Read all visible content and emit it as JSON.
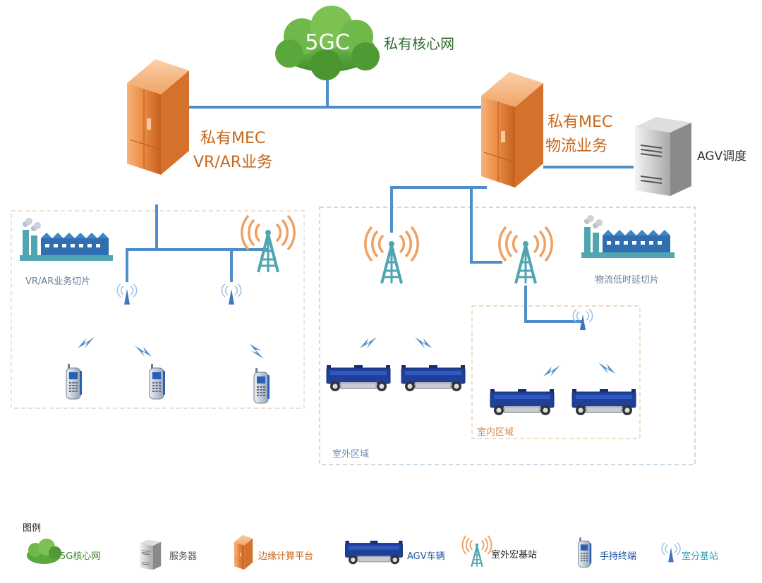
{
  "core_network": {
    "cloud_text": "5GC",
    "label": "私有核心网"
  },
  "mec_left": {
    "line1": "私有MEC",
    "line2": "VR/AR业务"
  },
  "mec_right": {
    "line1": "私有MEC",
    "line2": "物流业务"
  },
  "agv_server": {
    "label": "AGV调度"
  },
  "slices": {
    "left": "VR/AR业务切片",
    "right": "物流低时延切片"
  },
  "zones": {
    "outdoor": "室外区域",
    "indoor": "室内区域"
  },
  "legend": {
    "title": "图例",
    "items": [
      {
        "icon": "cloud-icon",
        "label": "5G核心网",
        "color": "#3c7d2b"
      },
      {
        "icon": "server-icon",
        "label": "服务器",
        "color": "#555555"
      },
      {
        "icon": "edge-platform-icon",
        "label": "边缘计算平台",
        "color": "#c6681c"
      },
      {
        "icon": "agv-vehicle-icon",
        "label": "AGV车辆",
        "color": "#2255a0"
      },
      {
        "icon": "macro-station-icon",
        "label": "室外宏基站",
        "color": "#222222"
      },
      {
        "icon": "handheld-terminal-icon",
        "label": "手持终端",
        "color": "#2255a0"
      },
      {
        "icon": "indoor-station-icon",
        "label": "室分基站",
        "color": "#2aa0b8"
      }
    ]
  },
  "colors": {
    "link": "#4e8fc9",
    "mec": "#e8843a",
    "tower": "#4fa5b0",
    "signal": "#f0a060",
    "zone_border": "#a9c4d6",
    "indoor_border": "#e8c9a6",
    "outdoor_label": "#6f8fb0",
    "indoor_label": "#d48a4a"
  }
}
